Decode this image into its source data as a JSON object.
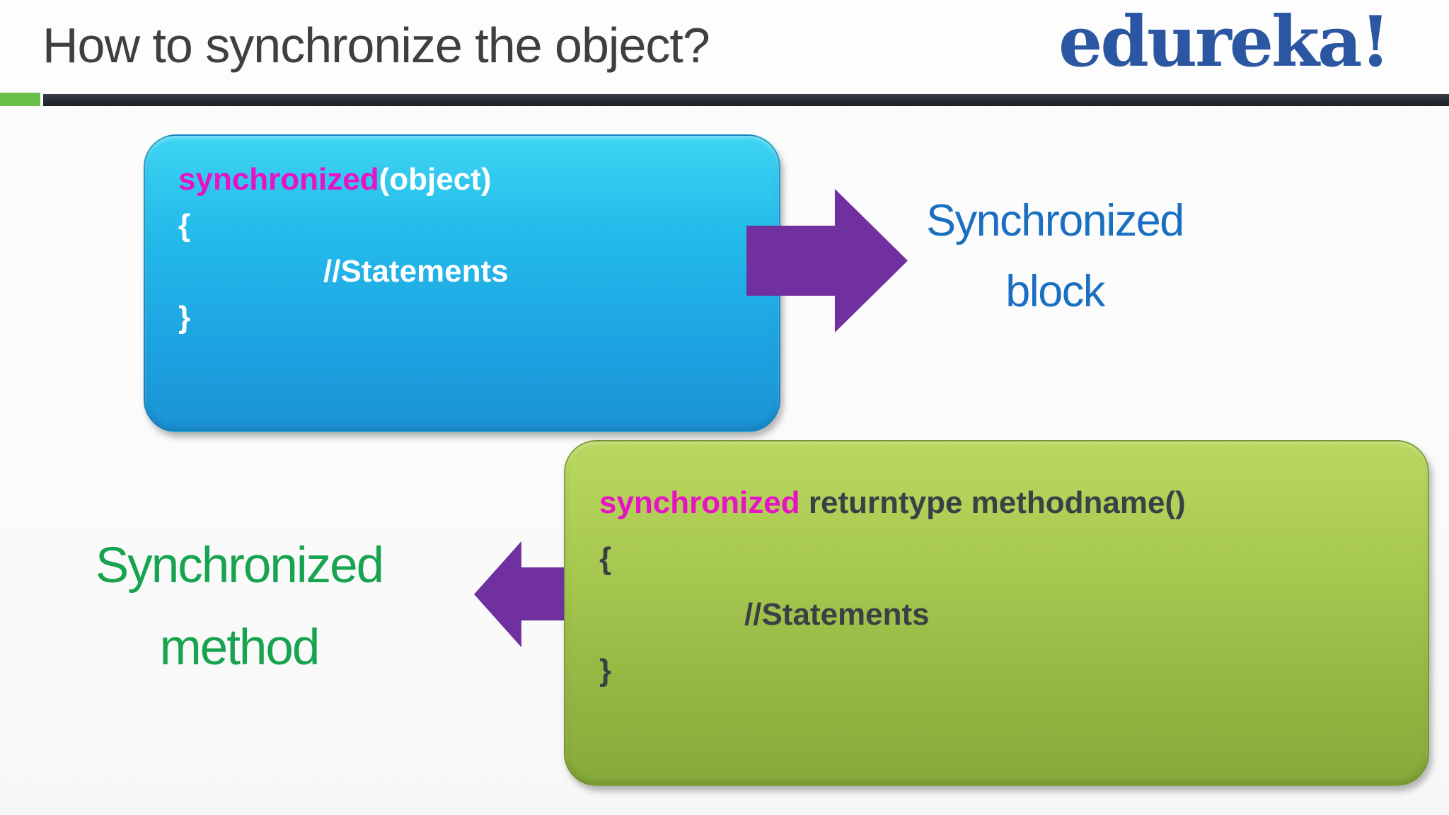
{
  "header": {
    "title": "How to synchronize the object?",
    "brand": "edureka!"
  },
  "synchronized_block": {
    "code": {
      "keyword": "synchronized",
      "signature": "(object)",
      "open_brace": "{",
      "body": "//Statements",
      "close_brace": "}"
    },
    "label": {
      "line1": "Synchronized",
      "line2": "block"
    }
  },
  "synchronized_method": {
    "code": {
      "keyword": "synchronized",
      "signature": " returntype methodname()",
      "open_brace": "{",
      "body": "//Statements",
      "close_brace": "}"
    },
    "label": {
      "line1": "Synchronized",
      "line2": "method"
    }
  },
  "colors": {
    "title-gray": "#3f3f3f",
    "brand-blue": "#2b57a2",
    "bar-green": "#6abf4a",
    "bar-dark": "#262c33",
    "keyword-magenta": "#e911c5",
    "arrow-purple": "#7030a0",
    "label-blue": "#1b6fc1",
    "label-green": "#17a350",
    "blue-box-top": "#3fd4f3",
    "blue-box-bottom": "#1b93d4",
    "green-box-top": "#b9d85f",
    "green-box-bottom": "#86a93a",
    "code-dark": "#3a4145",
    "code-white": "#ffffff"
  }
}
